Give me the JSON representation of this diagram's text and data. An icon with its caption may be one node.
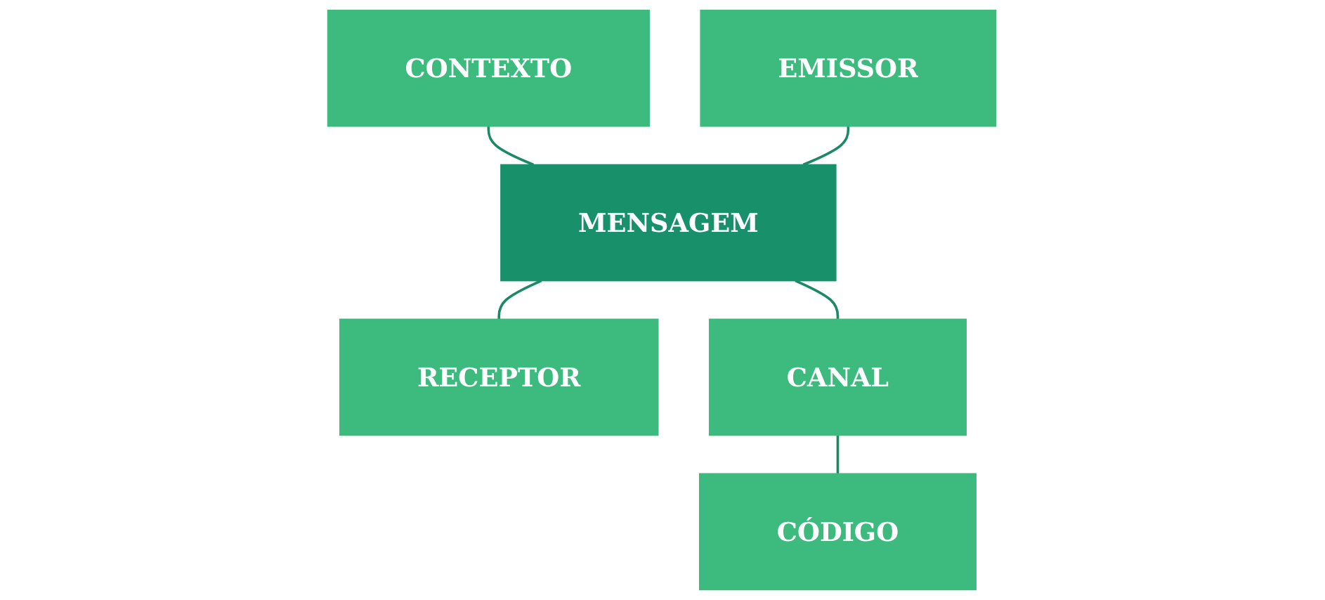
{
  "diagram": {
    "nodes": [
      {
        "text": [
          "CONTEXTO"
        ]
      },
      {
        "text": [
          "EMISSOR"
        ]
      },
      {
        "text": [
          "MENSAGEM"
        ]
      },
      {
        "text": [
          "RECEPTOR"
        ]
      },
      {
        "text": [
          "CANAL"
        ]
      },
      {
        "text": [
          "CÓDIGO"
        ]
      }
    ],
    "edges": [
      {
        "from": 0,
        "to": 2,
        "arrow": "none"
      },
      {
        "from": 1,
        "to": 2,
        "arrow": "none"
      },
      {
        "from": 2,
        "to": 3,
        "arrow": "none"
      },
      {
        "from": 2,
        "to": 4,
        "arrow": "none"
      },
      {
        "from": 4,
        "to": 5,
        "arrow": "none"
      }
    ]
  }
}
